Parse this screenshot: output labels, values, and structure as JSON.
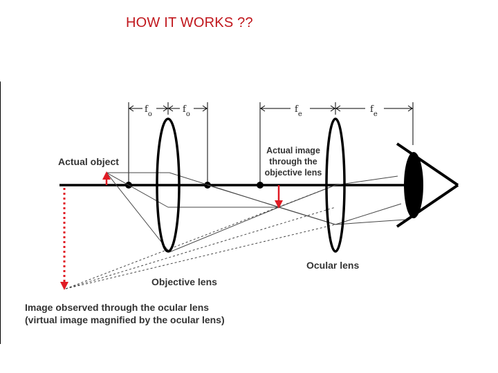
{
  "slide": {
    "title": "HOW IT WORKS ??"
  },
  "focal_marks": [
    {
      "letter": "f",
      "sub": "o"
    },
    {
      "letter": "f",
      "sub": "o"
    },
    {
      "letter": "f",
      "sub": "e"
    },
    {
      "letter": "f",
      "sub": "e"
    }
  ],
  "labels": {
    "actual_object": "Actual object",
    "actual_image": [
      "Actual image",
      "through the",
      "objective lens"
    ],
    "ocular_lens": "Ocular lens",
    "objective_lens": "Objective lens",
    "observed": [
      "Image observed through the ocular lens",
      "(virtual image magnified by the ocular lens)"
    ]
  },
  "colors": {
    "title": "#c0161c",
    "arrow": "#e01b24",
    "line": "#000000",
    "label": "#333333"
  }
}
